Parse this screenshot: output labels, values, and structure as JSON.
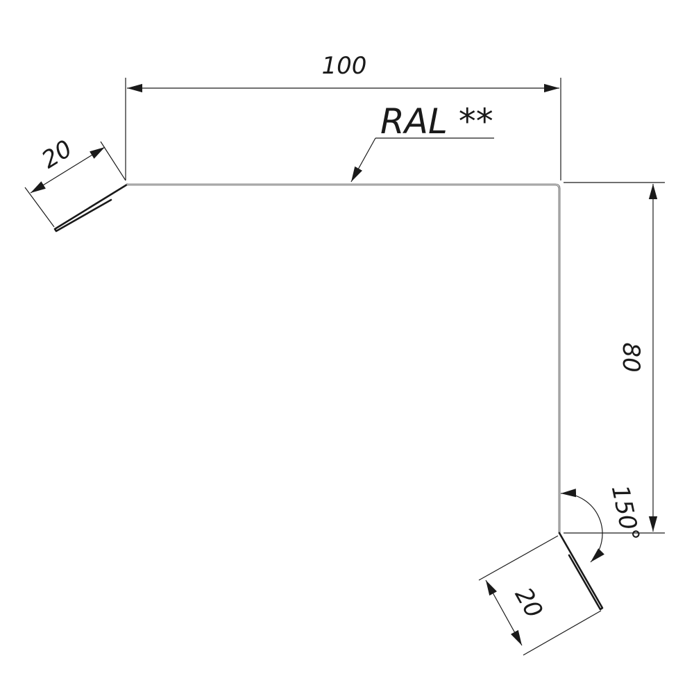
{
  "drawing": {
    "dimensions": {
      "top_width": "100",
      "right_height": "80",
      "left_flange": "20",
      "bottom_flange": "20",
      "angle": "150°"
    },
    "note": {
      "label": "RAL **"
    },
    "colors": {
      "line": "#1a1a1a",
      "background": "#ffffff"
    }
  }
}
